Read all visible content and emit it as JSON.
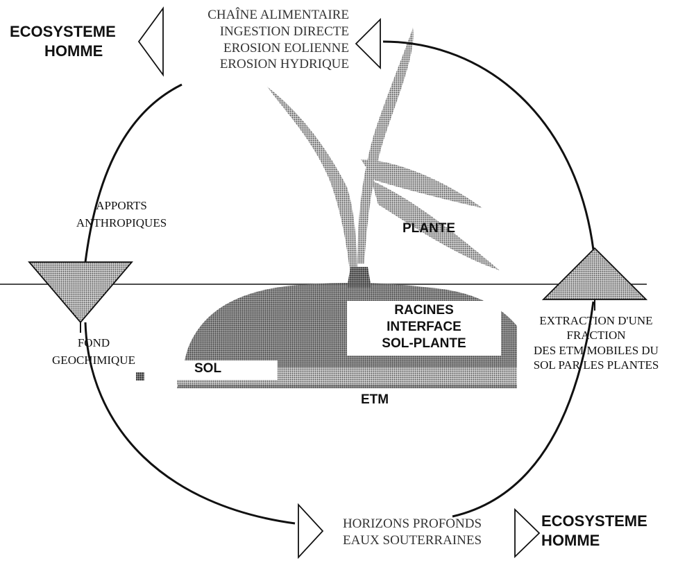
{
  "top_left": {
    "line1": "ECOSYSTEME",
    "line2": "HOMME"
  },
  "top_list": [
    "CHAÎNE ALIMENTAIRE",
    "INGESTION DIRECTE",
    "EROSION EOLIENNE",
    "EROSION HYDRIQUE"
  ],
  "inputs": {
    "line1": "APPORTS",
    "line2": "ANTHROPIQUES"
  },
  "plant": "PLANTE",
  "roots": [
    "RACINES",
    "INTERFACE",
    "SOL-PLANTE"
  ],
  "soil": "SOL",
  "etm": "ETM",
  "background": {
    "line1": "FOND",
    "line2": "GEOCHIMIQUE"
  },
  "extraction": [
    "EXTRACTION D'UNE",
    "FRACTION",
    "DES ETM MOBILES DU",
    "SOL PAR LES PLANTES"
  ],
  "bottom_list": [
    "HORIZONS PROFONDS",
    "EAUX SOUTERRAINES"
  ],
  "bottom_right": {
    "line1": "ECOSYSTEME",
    "line2": "HOMME"
  },
  "colors": {
    "fill_gray": "#b5b5b5",
    "plant_gray": "#9a9a9a",
    "soil_dark": "#6e6e6e",
    "line": "#111111"
  }
}
